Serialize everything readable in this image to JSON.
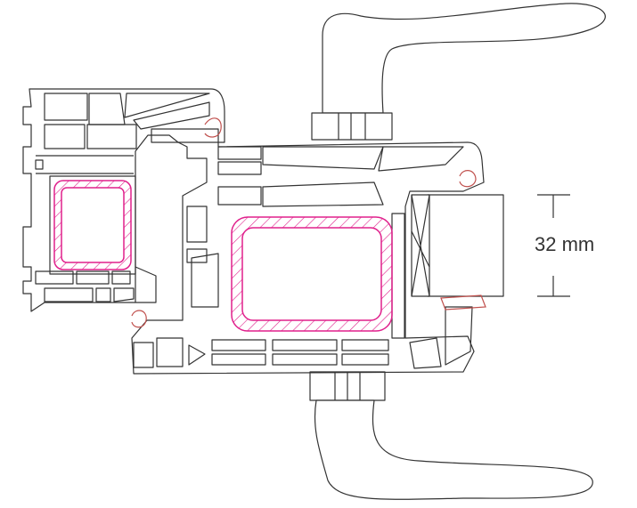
{
  "dimension": {
    "label": "32 mm"
  },
  "colors": {
    "line": "#333333",
    "reinforcement": "#e0208c",
    "gasket": "#c0504d",
    "background": "#ffffff"
  },
  "icons": {
    "handle_top": "door-handle-lever",
    "handle_bottom": "door-handle-lever",
    "glazing": "glass-unit"
  }
}
